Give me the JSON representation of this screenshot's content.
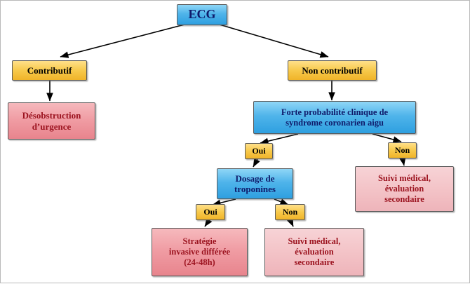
{
  "diagram": {
    "title": "ECG decision flowchart",
    "colors": {
      "blue": "#4fb4ea",
      "yellow": "#f7c94b",
      "red": "#e8848d",
      "pink": "#f3c2c6",
      "arrow": "#000000",
      "border": "#5a5a5a"
    },
    "nodes": [
      {
        "id": "ecg",
        "label": "ECG",
        "style": "blue",
        "size": "ecg"
      },
      {
        "id": "contributif",
        "label": "Contributif",
        "style": "yellow",
        "size": "lg"
      },
      {
        "id": "noncontributif",
        "label": "Non contributif",
        "style": "yellow",
        "size": "lg"
      },
      {
        "id": "desobstruction",
        "label": "Désobstruction\nd’urgence",
        "style": "red",
        "size": "lg"
      },
      {
        "id": "forte",
        "label": "Forte probabilité clinique de\nsyndrome coronarien aigu",
        "style": "blue",
        "size": "md"
      },
      {
        "id": "oui1",
        "label": "Oui",
        "style": "yellow",
        "size": "sm"
      },
      {
        "id": "non1",
        "label": "Non",
        "style": "yellow",
        "size": "sm"
      },
      {
        "id": "dosage",
        "label": "Dosage de\ntroponines",
        "style": "blue",
        "size": "lg"
      },
      {
        "id": "suivi1",
        "label": "Suivi médical,\névaluation\nsecondaire",
        "style": "pink",
        "size": "md"
      },
      {
        "id": "oui2",
        "label": "Oui",
        "style": "yellow",
        "size": "sm"
      },
      {
        "id": "non2",
        "label": "Non",
        "style": "yellow",
        "size": "sm"
      },
      {
        "id": "strategie",
        "label": "Stratégie\ninvasive différée\n(24-48h)",
        "style": "red",
        "size": "md"
      },
      {
        "id": "suivi2",
        "label": "Suivi médical,\névaluation\nsecondaire",
        "style": "pink",
        "size": "md"
      }
    ]
  }
}
